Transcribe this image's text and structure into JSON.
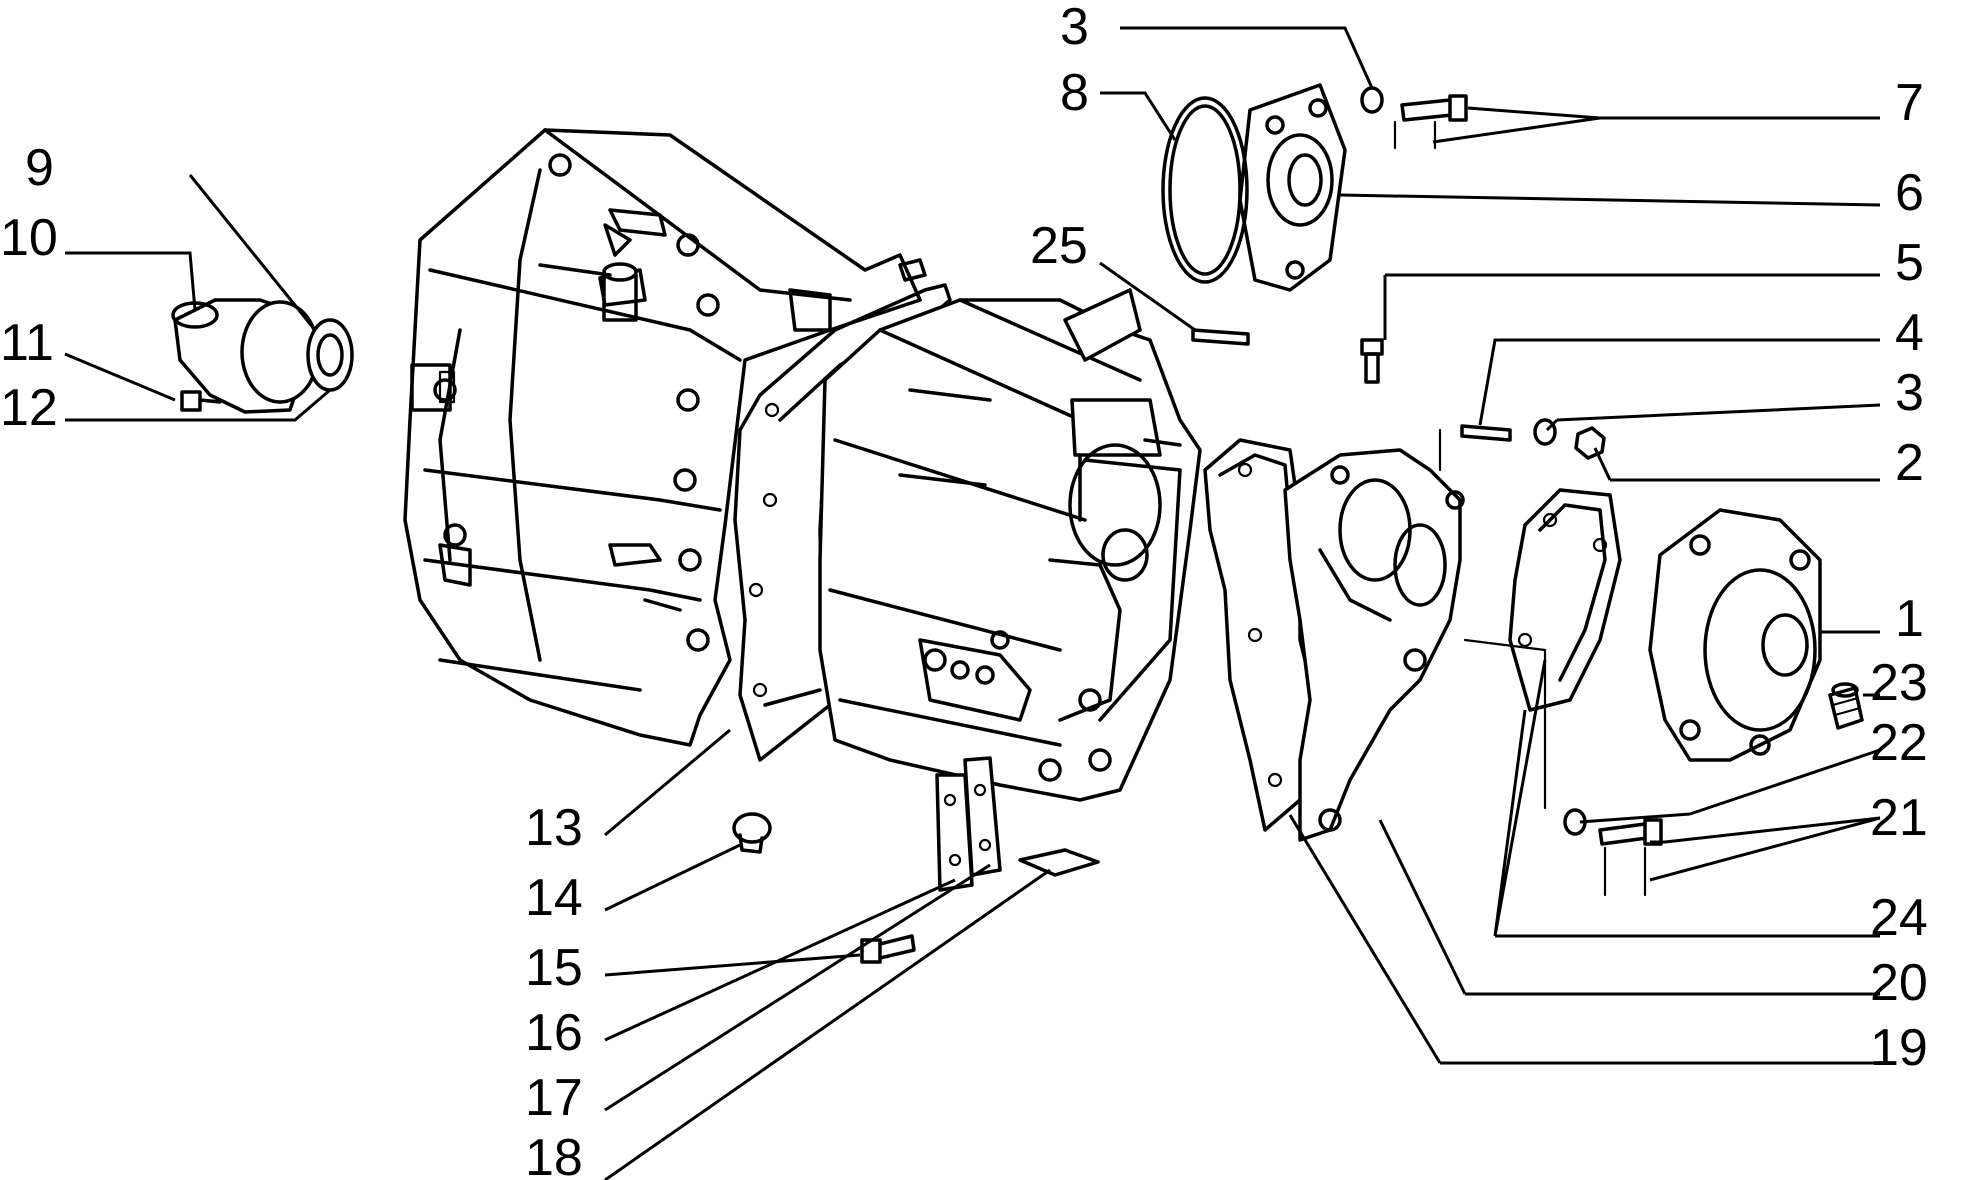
{
  "callouts": {
    "c1": "1",
    "c2": "2",
    "c3a": "3",
    "c3b": "3",
    "c4": "4",
    "c5": "5",
    "c6": "6",
    "c7": "7",
    "c8": "8",
    "c9": "9",
    "c10": "10",
    "c11": "11",
    "c12": "12",
    "c13": "13",
    "c14": "14",
    "c15": "15",
    "c16": "16",
    "c17": "17",
    "c18": "18",
    "c19": "19",
    "c20": "20",
    "c21": "21",
    "c22": "22",
    "c23": "23",
    "c24": "24",
    "c25": "25"
  },
  "colors": {
    "line": "#000000",
    "background": "#ffffff"
  }
}
